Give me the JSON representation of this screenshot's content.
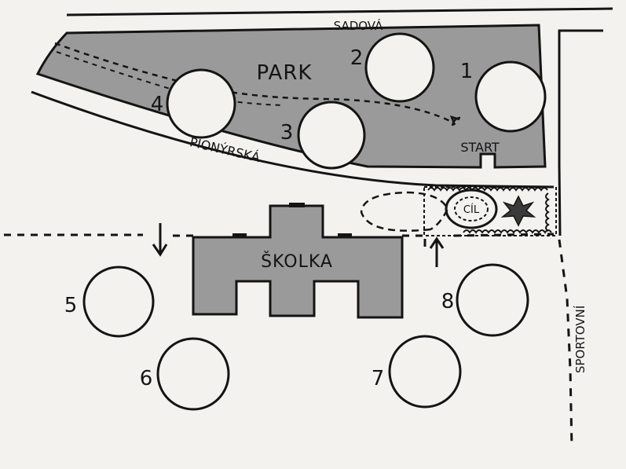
{
  "streets": {
    "top": "SADOVÁ",
    "diagonal": "PIONÝRSKÁ",
    "right": "SPORTOVNÍ"
  },
  "areas": {
    "park": "PARK",
    "school": "ŠKOLKA"
  },
  "markers": {
    "start": "START",
    "finish": "CÍL"
  },
  "stations": [
    {
      "number": "1"
    },
    {
      "number": "2"
    },
    {
      "number": "3"
    },
    {
      "number": "4"
    },
    {
      "number": "5"
    },
    {
      "number": "6"
    },
    {
      "number": "7"
    },
    {
      "number": "8"
    }
  ],
  "colors": {
    "ink": "#141414",
    "fill_gray": "#9a9a9a",
    "paper": "#f3f2ef"
  }
}
